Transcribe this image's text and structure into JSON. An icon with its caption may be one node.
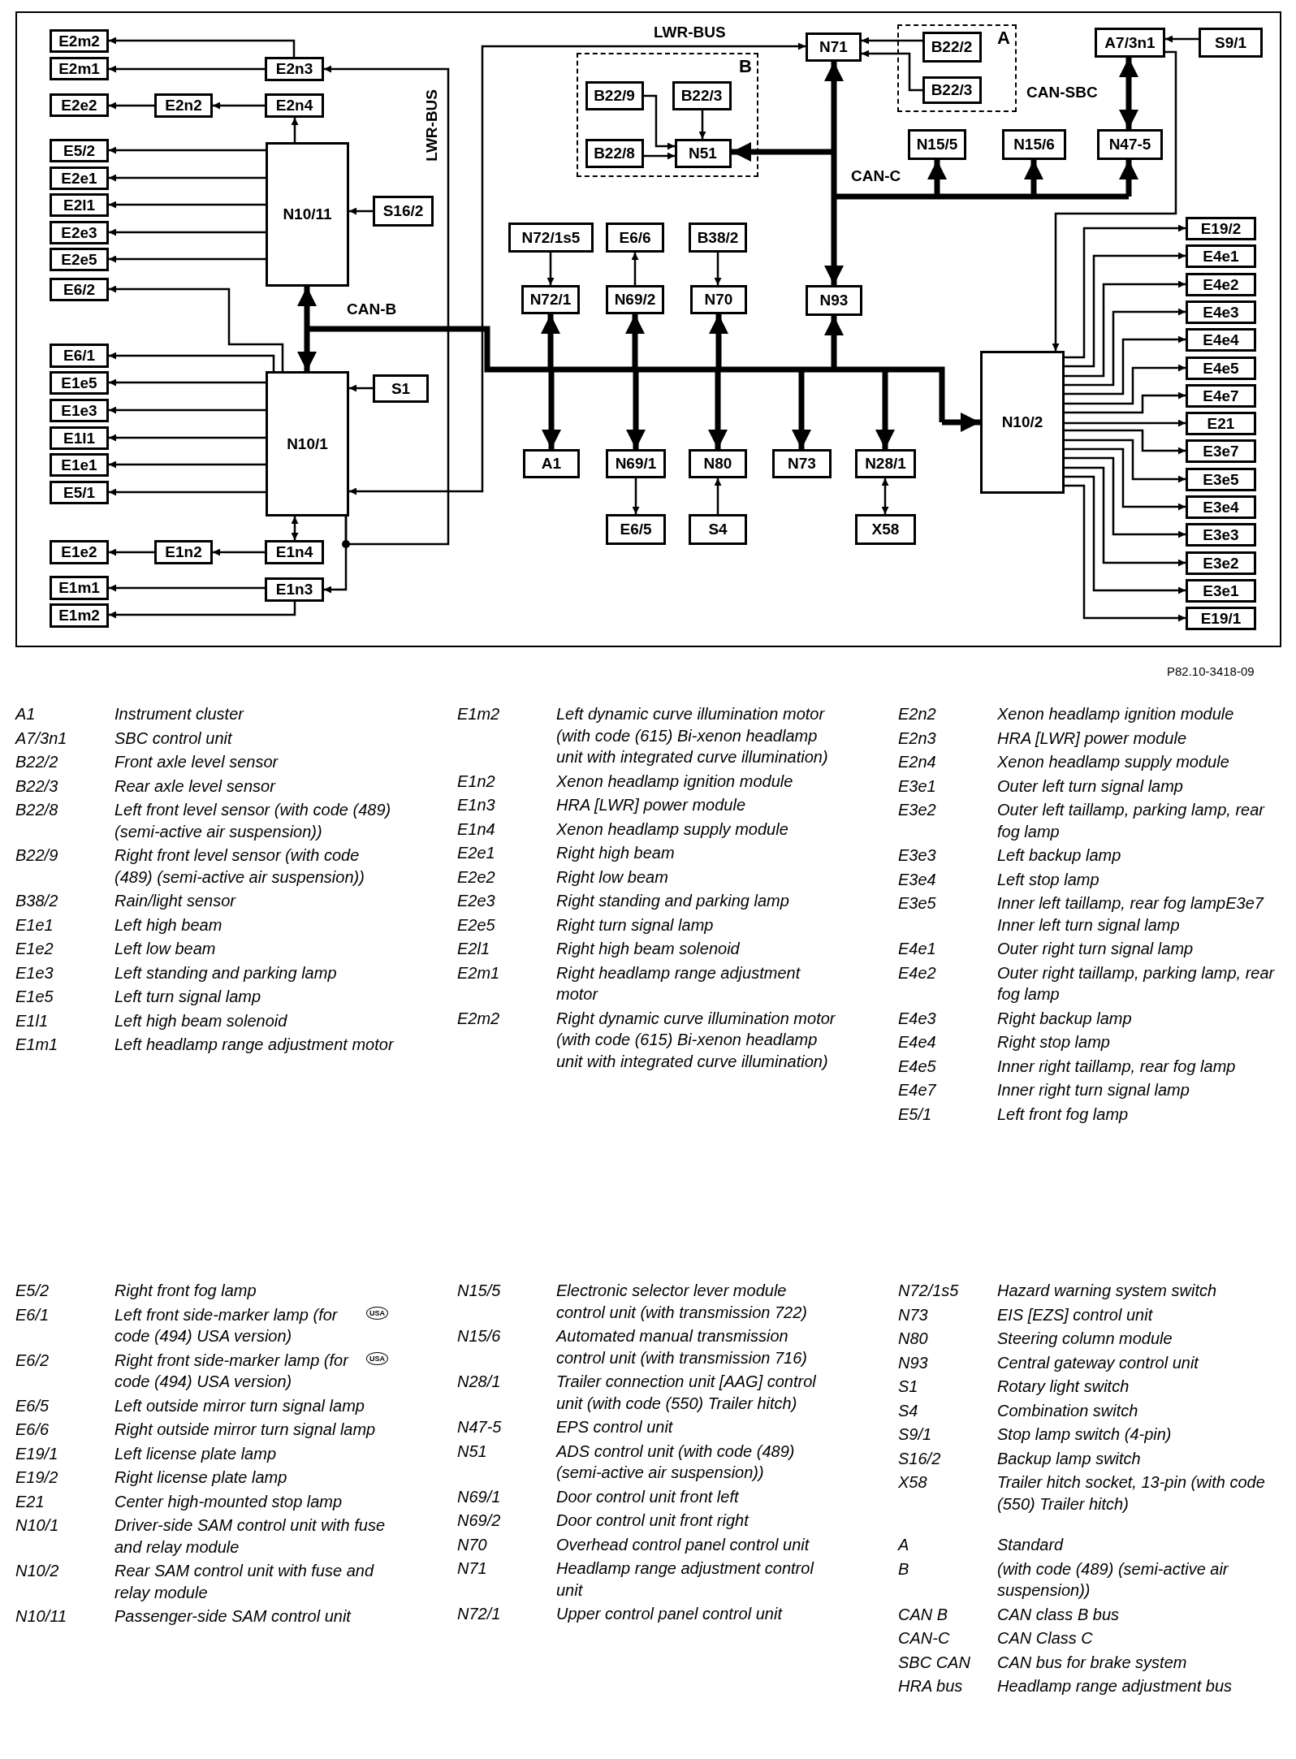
{
  "diagram": {
    "nodes": [
      {
        "text": [
          "E2m2"
        ]
      },
      {
        "text": [
          "E2m1"
        ]
      },
      {
        "text": [
          "E2n3"
        ]
      },
      {
        "text": [
          "E2e2"
        ]
      },
      {
        "text": [
          "E2n2"
        ]
      },
      {
        "text": [
          "E2n4"
        ]
      },
      {
        "text": [
          "E5/2"
        ]
      },
      {
        "text": [
          "E2e1"
        ]
      },
      {
        "text": [
          "E2l1"
        ]
      },
      {
        "text": [
          "E2e3"
        ]
      },
      {
        "text": [
          "E2e5"
        ]
      },
      {
        "text": [
          "E6/2"
        ]
      },
      {
        "text": [
          "N10/11"
        ]
      },
      {
        "text": [
          "S16/2"
        ]
      },
      {
        "text": [
          "E6/1"
        ]
      },
      {
        "text": [
          "E1e5"
        ]
      },
      {
        "text": [
          "E1e3"
        ]
      },
      {
        "text": [
          "E1l1"
        ]
      },
      {
        "text": [
          "E1e1"
        ]
      },
      {
        "text": [
          "E5/1"
        ]
      },
      {
        "text": [
          "N10/1"
        ]
      },
      {
        "text": [
          "S1"
        ]
      },
      {
        "text": [
          "E1e2"
        ]
      },
      {
        "text": [
          "E1n2"
        ]
      },
      {
        "text": [
          "E1n4"
        ]
      },
      {
        "text": [
          "E1m1"
        ]
      },
      {
        "text": [
          "E1n3"
        ]
      },
      {
        "text": [
          "E1m2"
        ]
      },
      {
        "text": [
          "B"
        ]
      },
      {
        "text": [
          "B22/9"
        ],
        "in": 28
      },
      {
        "text": [
          "B22/3"
        ],
        "in": 28
      },
      {
        "text": [
          "B22/8"
        ],
        "in": 28
      },
      {
        "text": [
          "N51"
        ],
        "in": 28
      },
      {
        "text": [
          "N71"
        ]
      },
      {
        "text": [
          "A"
        ]
      },
      {
        "text": [
          "B22/2"
        ],
        "in": 34
      },
      {
        "text": [
          "B22/3"
        ],
        "in": 34
      },
      {
        "text": [
          "A7/3n1"
        ]
      },
      {
        "text": [
          "S9/1"
        ]
      },
      {
        "text": [
          "N15/5"
        ]
      },
      {
        "text": [
          "N15/6"
        ]
      },
      {
        "text": [
          "N47-5"
        ]
      },
      {
        "text": [
          "N72/1s5"
        ]
      },
      {
        "text": [
          "E6/6"
        ]
      },
      {
        "text": [
          "B38/2"
        ]
      },
      {
        "text": [
          "N72/1"
        ]
      },
      {
        "text": [
          "N69/2"
        ]
      },
      {
        "text": [
          "N70"
        ]
      },
      {
        "text": [
          "N93"
        ]
      },
      {
        "text": [
          "A1"
        ]
      },
      {
        "text": [
          "N69/1"
        ]
      },
      {
        "text": [
          "N80"
        ]
      },
      {
        "text": [
          "N73"
        ]
      },
      {
        "text": [
          "N28/1"
        ]
      },
      {
        "text": [
          "E6/5"
        ]
      },
      {
        "text": [
          "S4"
        ]
      },
      {
        "text": [
          "X58"
        ]
      },
      {
        "text": [
          "N10/2"
        ]
      },
      {
        "text": [
          "E19/2"
        ]
      },
      {
        "text": [
          "E4e1"
        ]
      },
      {
        "text": [
          "E4e2"
        ]
      },
      {
        "text": [
          "E4e3"
        ]
      },
      {
        "text": [
          "E4e4"
        ]
      },
      {
        "text": [
          "E4e5"
        ]
      },
      {
        "text": [
          "E4e7"
        ]
      },
      {
        "text": [
          "E21"
        ]
      },
      {
        "text": [
          "E3e7"
        ]
      },
      {
        "text": [
          "E3e5"
        ]
      },
      {
        "text": [
          "E3e4"
        ]
      },
      {
        "text": [
          "E3e3"
        ]
      },
      {
        "text": [
          "E3e2"
        ]
      },
      {
        "text": [
          "E3e1"
        ]
      },
      {
        "text": [
          "E19/1"
        ]
      }
    ],
    "edges": [
      {
        "from": 2,
        "to": 0,
        "arrow": "to"
      },
      {
        "from": 2,
        "to": 1,
        "arrow": "to"
      },
      {
        "from": 5,
        "to": 4,
        "arrow": "to"
      },
      {
        "from": 4,
        "to": 3,
        "arrow": "to"
      },
      {
        "from": 12,
        "to": 5,
        "arrow": "to"
      },
      {
        "from": 12,
        "to": 6,
        "arrow": "to"
      },
      {
        "from": 12,
        "to": 7,
        "arrow": "to"
      },
      {
        "from": 12,
        "to": 8,
        "arrow": "to"
      },
      {
        "from": 12,
        "to": 9,
        "arrow": "to"
      },
      {
        "from": 12,
        "to": 10,
        "arrow": "to"
      },
      {
        "from": 20,
        "to": 11,
        "arrow": "to"
      },
      {
        "from": 13,
        "to": 12,
        "arrow": "to"
      },
      {
        "from": 20,
        "to": 14,
        "arrow": "to"
      },
      {
        "from": 20,
        "to": 15,
        "arrow": "to"
      },
      {
        "from": 20,
        "to": 16,
        "arrow": "to"
      },
      {
        "from": 20,
        "to": 17,
        "arrow": "to"
      },
      {
        "from": 20,
        "to": 18,
        "arrow": "to"
      },
      {
        "from": 20,
        "to": 19,
        "arrow": "to"
      },
      {
        "from": 21,
        "to": 20,
        "arrow": "to"
      },
      {
        "from": 20,
        "to": 24,
        "arrow": "both"
      },
      {
        "from": 24,
        "to": 23,
        "arrow": "to"
      },
      {
        "from": 23,
        "to": 22,
        "arrow": "to"
      },
      {
        "from": 26,
        "to": 25,
        "arrow": "to"
      },
      {
        "from": 26,
        "to": 27,
        "arrow": "to"
      },
      {
        "from": 20,
        "to": 26,
        "arrow": "to"
      },
      {
        "from": 20,
        "to": 2,
        "arrow": "to",
        "label": "LWR-BUS"
      },
      {
        "from": 20,
        "to": 33,
        "arrow": "both",
        "label": "LWR-BUS"
      },
      {
        "from": 29,
        "to": 32,
        "arrow": "to"
      },
      {
        "from": 30,
        "to": 32,
        "arrow": "to"
      },
      {
        "from": 31,
        "to": 32,
        "arrow": "to"
      },
      {
        "from": 35,
        "to": 33,
        "arrow": "to"
      },
      {
        "from": 36,
        "to": 33,
        "arrow": "to"
      },
      {
        "from": 38,
        "to": 37,
        "arrow": "to"
      },
      {
        "from": 37,
        "to": 41,
        "arrow": "both",
        "label": "CAN-SBC",
        "style": "thick"
      },
      {
        "from": 37,
        "to": 57,
        "arrow": "to"
      },
      {
        "from": 42,
        "to": 45,
        "arrow": "to"
      },
      {
        "from": 46,
        "to": 43,
        "arrow": "to"
      },
      {
        "from": 44,
        "to": 47,
        "arrow": "to"
      },
      {
        "from": 50,
        "to": 54,
        "arrow": "to"
      },
      {
        "from": 55,
        "to": 51,
        "arrow": "to"
      },
      {
        "from": 53,
        "to": 56,
        "arrow": "both"
      },
      {
        "from": 57,
        "to": 58,
        "arrow": "to"
      },
      {
        "from": 57,
        "to": 59,
        "arrow": "to"
      },
      {
        "from": 57,
        "to": 60,
        "arrow": "to"
      },
      {
        "from": 57,
        "to": 61,
        "arrow": "to"
      },
      {
        "from": 57,
        "to": 62,
        "arrow": "to"
      },
      {
        "from": 57,
        "to": 63,
        "arrow": "to"
      },
      {
        "from": 57,
        "to": 64,
        "arrow": "to"
      },
      {
        "from": 57,
        "to": 65,
        "arrow": "to"
      },
      {
        "from": 57,
        "to": 66,
        "arrow": "to"
      },
      {
        "from": 57,
        "to": 67,
        "arrow": "to"
      },
      {
        "from": 57,
        "to": 68,
        "arrow": "to"
      },
      {
        "from": 57,
        "to": 69,
        "arrow": "to"
      },
      {
        "from": 57,
        "to": 70,
        "arrow": "to"
      },
      {
        "from": 57,
        "to": 71,
        "arrow": "to"
      },
      {
        "from": 57,
        "to": 72,
        "arrow": "to"
      },
      {
        "from": null,
        "to": 12,
        "arrow": "to",
        "style": "thick"
      },
      {
        "from": null,
        "to": 20,
        "arrow": "to",
        "style": "thick"
      },
      {
        "from": null,
        "to": 45,
        "arrow": "to",
        "style": "thick"
      },
      {
        "from": null,
        "to": 46,
        "arrow": "to",
        "style": "thick"
      },
      {
        "from": null,
        "to": 47,
        "arrow": "to",
        "style": "thick"
      },
      {
        "from": null,
        "to": 48,
        "arrow": "to",
        "style": "thick"
      },
      {
        "from": null,
        "to": 49,
        "arrow": "to",
        "style": "thick"
      },
      {
        "from": null,
        "to": 50,
        "arrow": "to",
        "style": "thick"
      },
      {
        "from": null,
        "to": 51,
        "arrow": "to",
        "style": "thick"
      },
      {
        "from": null,
        "to": 52,
        "arrow": "to",
        "style": "thick"
      },
      {
        "from": null,
        "to": 53,
        "arrow": "to",
        "style": "thick"
      },
      {
        "from": null,
        "to": 57,
        "arrow": "to",
        "style": "thick"
      },
      {
        "from": null,
        "to": 32,
        "arrow": "to",
        "style": "thick"
      },
      {
        "from": null,
        "to": 33,
        "arrow": "to",
        "style": "thick"
      },
      {
        "from": null,
        "to": 48,
        "arrow": "to",
        "style": "thick"
      },
      {
        "from": null,
        "to": 39,
        "arrow": "to",
        "style": "thick"
      },
      {
        "from": null,
        "to": 40,
        "arrow": "to",
        "style": "thick"
      },
      {
        "from": null,
        "to": 41,
        "arrow": "to",
        "style": "thick"
      }
    ],
    "labels": [
      "CAN-B",
      "CAN-C",
      "P82.10-3418-09",
      "A1",
      "Instrument cluster",
      "A7/3n1",
      "SBC control unit",
      "B22/2",
      "Front axle level sensor",
      "B22/3",
      "Rear axle level sensor",
      "B22/8",
      "Left front level sensor (with code (489) (semi-active air suspension))",
      "B22/9",
      "Right front level sensor (with code (489) (semi-active air suspension))",
      "B38/2",
      "Rain/light sensor",
      "E1e1",
      "Left high beam",
      "E1e2",
      "Left low beam",
      "E1e3",
      "Left standing and parking lamp",
      "E1e5",
      "Left turn signal lamp",
      "E1l1",
      "Left high beam solenoid",
      "E1m1",
      "Left headlamp range adjustment motor",
      "E1m2",
      "Left dynamic curve illumination motor (with code (615) Bi-xenon headlamp unit with integrated curve illumination)",
      "E1n2",
      "Xenon headlamp ignition module",
      "E1n3",
      "HRA [LWR] power module",
      "E1n4",
      "Xenon headlamp supply module",
      "E2e1",
      "Right high beam",
      "E2e2",
      "Right low beam",
      "E2e3",
      "Right standing and parking lamp",
      "E2e5",
      "Right turn signal lamp",
      "E2l1",
      "Right high beam solenoid",
      "E2m1",
      "Right headlamp range adjustment motor",
      "E2m2",
      "Right dynamic curve illumination motor (with code (615) Bi-xenon headlamp unit with integrated curve illumination)",
      "E2n2",
      "Xenon headlamp ignition module",
      "E2n3",
      "HRA [LWR] power module",
      "E2n4",
      "Xenon headlamp supply module",
      "E3e1",
      "Outer left turn signal lamp",
      "E3e2",
      "Outer left taillamp, parking lamp, rear fog lamp",
      "E3e3",
      "Left backup lamp",
      "E3e4",
      "Left stop lamp",
      "E3e5",
      "Inner left taillamp, rear fog lampE3e7 Inner left turn signal lamp",
      "E4e1",
      "Outer right turn signal lamp",
      "E4e2",
      "Outer right taillamp, parking lamp, rear fog lamp",
      "E4e3",
      "Right backup lamp",
      "E4e4",
      "Right stop lamp",
      "E4e5",
      "Inner right taillamp, rear fog lamp",
      "E4e7",
      "Inner right turn signal lamp",
      "E5/1",
      "Left front fog lamp",
      "E5/2",
      "Right front fog lamp",
      "E6/1",
      "Left front side-marker lamp (for code (494) USA version)",
      "USA",
      "E6/2",
      "Right front side-marker lamp (for code (494) USA version)",
      "USA",
      "E6/5",
      "Left outside mirror turn signal lamp",
      "E6/6",
      "Right outside mirror turn signal lamp",
      "E19/1",
      "Left license plate lamp",
      "E19/2",
      "Right license plate lamp",
      "E21",
      "Center high-mounted stop lamp",
      "N10/1",
      "Driver-side SAM control unit with fuse and relay module",
      "N10/2",
      "Rear SAM control unit with fuse and relay module",
      "N10/11",
      "Passenger-side SAM control unit",
      "N15/5",
      "Electronic selector lever module control unit (with transmission 722)",
      "N15/6",
      "Automated manual transmission control unit (with transmission 716)",
      "N28/1",
      "Trailer connection unit [AAG] control unit (with code (550) Trailer hitch)",
      "N47-5",
      "EPS control unit",
      "N51",
      "ADS control unit (with code (489) (semi-active air suspension))",
      "N69/1",
      "Door control unit front left",
      "N69/2",
      "Door control unit front right",
      "N70",
      "Overhead control panel control unit",
      "N71",
      "Headlamp range adjustment control unit",
      "N72/1",
      "Upper control panel control unit",
      "N72/1s5",
      "Hazard warning system switch",
      "N73",
      "EIS [EZS] control unit",
      "N80",
      "Steering column module",
      "N93",
      "Central gateway control unit",
      "S1",
      "Rotary light switch",
      "S4",
      "Combination switch",
      "S9/1",
      "Stop lamp switch (4-pin)",
      "S16/2",
      "Backup lamp switch",
      "X58",
      "Trailer hitch socket, 13-pin (with code (550) Trailer hitch)",
      "A",
      "Standard",
      "B",
      "(with code (489) (semi-active air suspension))",
      "CAN B",
      "CAN class B bus",
      "CAN-C",
      "CAN Class C",
      "SBC CAN",
      "CAN bus for brake system",
      "HRA bus",
      "Headlamp range adjustment bus"
    ]
  }
}
